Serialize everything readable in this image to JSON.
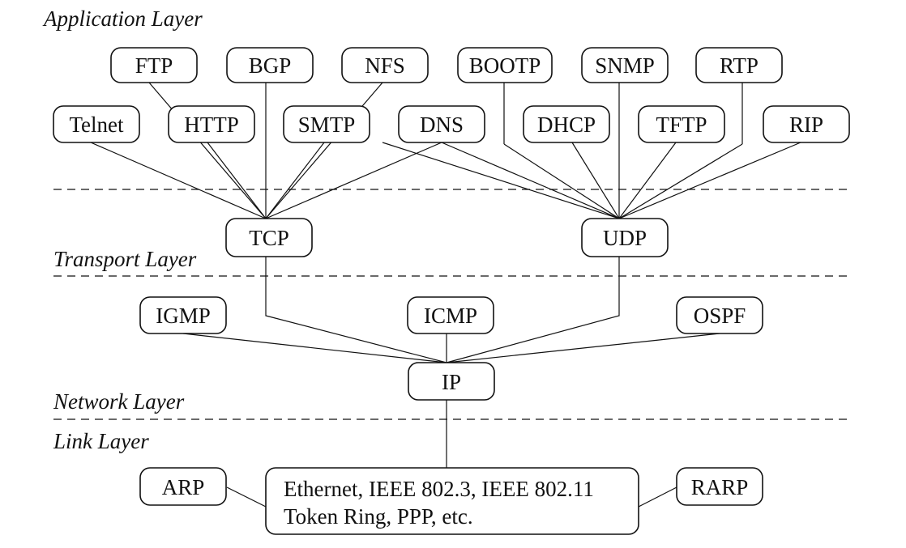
{
  "layers": {
    "application": "Application Layer",
    "transport": "Transport Layer",
    "network": "Network Layer",
    "link": "Link Layer"
  },
  "protocols": {
    "ftp": "FTP",
    "bgp": "BGP",
    "nfs": "NFS",
    "bootp": "BOOTP",
    "snmp": "SNMP",
    "rtp": "RTP",
    "telnet": "Telnet",
    "http": "HTTP",
    "smtp": "SMTP",
    "dns": "DNS",
    "dhcp": "DHCP",
    "tftp": "TFTP",
    "rip": "RIP",
    "tcp": "TCP",
    "udp": "UDP",
    "igmp": "IGMP",
    "icmp": "ICMP",
    "ospf": "OSPF",
    "ip": "IP",
    "arp": "ARP",
    "rarp": "RARP",
    "link_line1": "Ethernet, IEEE 802.3, IEEE 802.11",
    "link_line2": "Token Ring, PPP, etc."
  }
}
